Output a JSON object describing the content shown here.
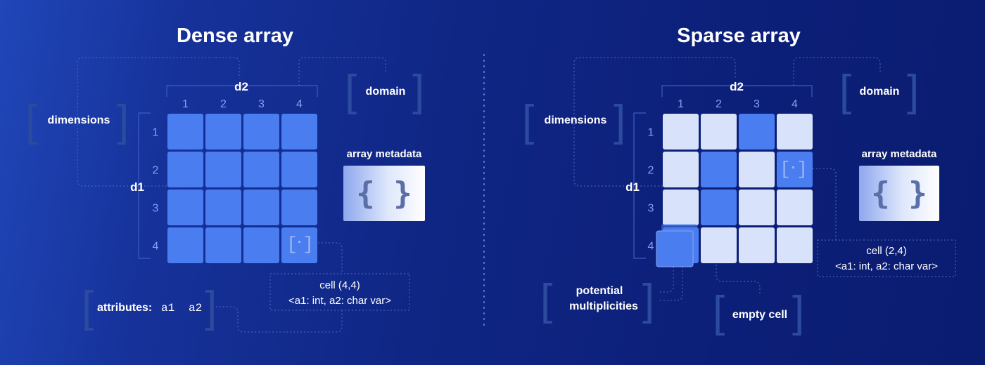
{
  "dense": {
    "title": "Dense array",
    "d1_label": "d1",
    "d2_label": "d2",
    "col_ticks": [
      "1",
      "2",
      "3",
      "4"
    ],
    "row_ticks": [
      "1",
      "2",
      "3",
      "4"
    ],
    "dimensions_label": "dimensions",
    "domain_label": "domain",
    "metadata_label": "array metadata",
    "metadata_icon": "{ }",
    "attributes_label": "attributes:",
    "attr_a1": "a1",
    "attr_a2": "a2",
    "cell_title": "cell (4,4)",
    "cell_schema": "<a1: int, a2: char var>"
  },
  "sparse": {
    "title": "Sparse array",
    "d1_label": "d1",
    "d2_label": "d2",
    "col_ticks": [
      "1",
      "2",
      "3",
      "4"
    ],
    "row_ticks": [
      "1",
      "2",
      "3",
      "4"
    ],
    "dimensions_label": "dimensions",
    "domain_label": "domain",
    "metadata_label": "array metadata",
    "metadata_icon": "{ }",
    "cell_title": "cell (2,4)",
    "cell_schema": "<a1: int, a2: char var>",
    "multiplicities_line1": "potential",
    "multiplicities_line2": "multiplicities",
    "empty_cell_label": "empty cell"
  },
  "colors": {
    "filled_cell": "#4a7df0",
    "empty_cell": "#d8e2fa",
    "accent_tick": "#7fa3f2"
  }
}
